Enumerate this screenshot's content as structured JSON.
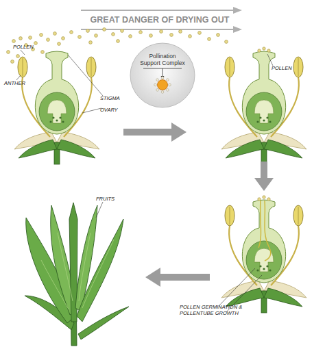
{
  "diagram": {
    "title": "GREAT DANGER OF DRYING OUT",
    "nodes": [
      {
        "text": [
          "Pollination Support Complex"
        ]
      }
    ],
    "labels": [
      "POLLEN",
      "ANTHER",
      "STIGMA",
      "OVARY",
      "POLLEN",
      "FRUITS",
      "POLLEN GERMINATION & POLLENTUBE GROWTH"
    ]
  }
}
